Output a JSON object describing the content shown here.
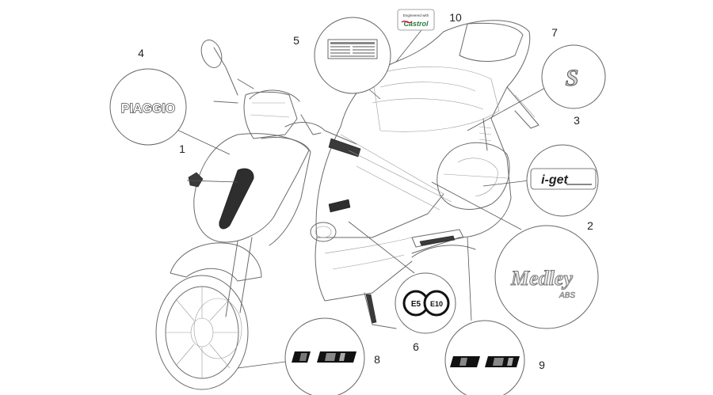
{
  "callouts": [
    {
      "number": "1"
    },
    {
      "number": "2"
    },
    {
      "number": "3"
    },
    {
      "number": "4"
    },
    {
      "number": "5"
    },
    {
      "number": "6"
    },
    {
      "number": "7"
    },
    {
      "number": "8"
    },
    {
      "number": "9"
    },
    {
      "number": "10"
    }
  ],
  "decals": {
    "piaggio": "PIAGGIO",
    "medley": "Medley",
    "abs": "ABS",
    "iget": "i-get",
    "s_badge": "S",
    "castrol_top": "Engineered with",
    "castrol_brand": "Castrol",
    "fuel_e5": "E5",
    "fuel_e10": "E10"
  },
  "colors": {
    "line": "#6b6b6b",
    "decal_dark": "#2e2e2e",
    "castrol_green": "#2b7a3b",
    "castrol_red": "#c8102e"
  }
}
